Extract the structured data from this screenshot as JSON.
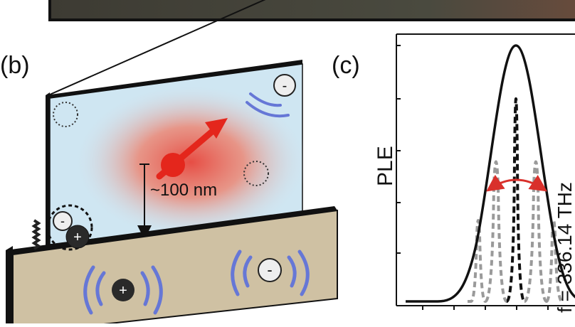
{
  "panels": {
    "b": {
      "label": "(b)",
      "distance_label": "~100 nm"
    },
    "c": {
      "label": "(c)",
      "ylabel": "PLE",
      "annotation": "f = 336.14 THz"
    }
  },
  "charges": {
    "plus": "+",
    "minus": "-"
  },
  "colors": {
    "top_slab_face": "#cfe6f2",
    "top_slab_glow": "#e8453b",
    "bottom_slab_face": "#cfc1a3",
    "spin_arrow": "#e4261c",
    "wave_arcs": "#6677d6",
    "double_arrow": "#d9302b",
    "outline": "#111111",
    "dashed_peaks": "#9a9a9a"
  },
  "icons": [
    "spin-arrow-icon",
    "plus-charge-icon",
    "minus-charge-icon",
    "vacancy-circle-icon",
    "wave-arc-icon",
    "double-arrow-icon"
  ]
}
